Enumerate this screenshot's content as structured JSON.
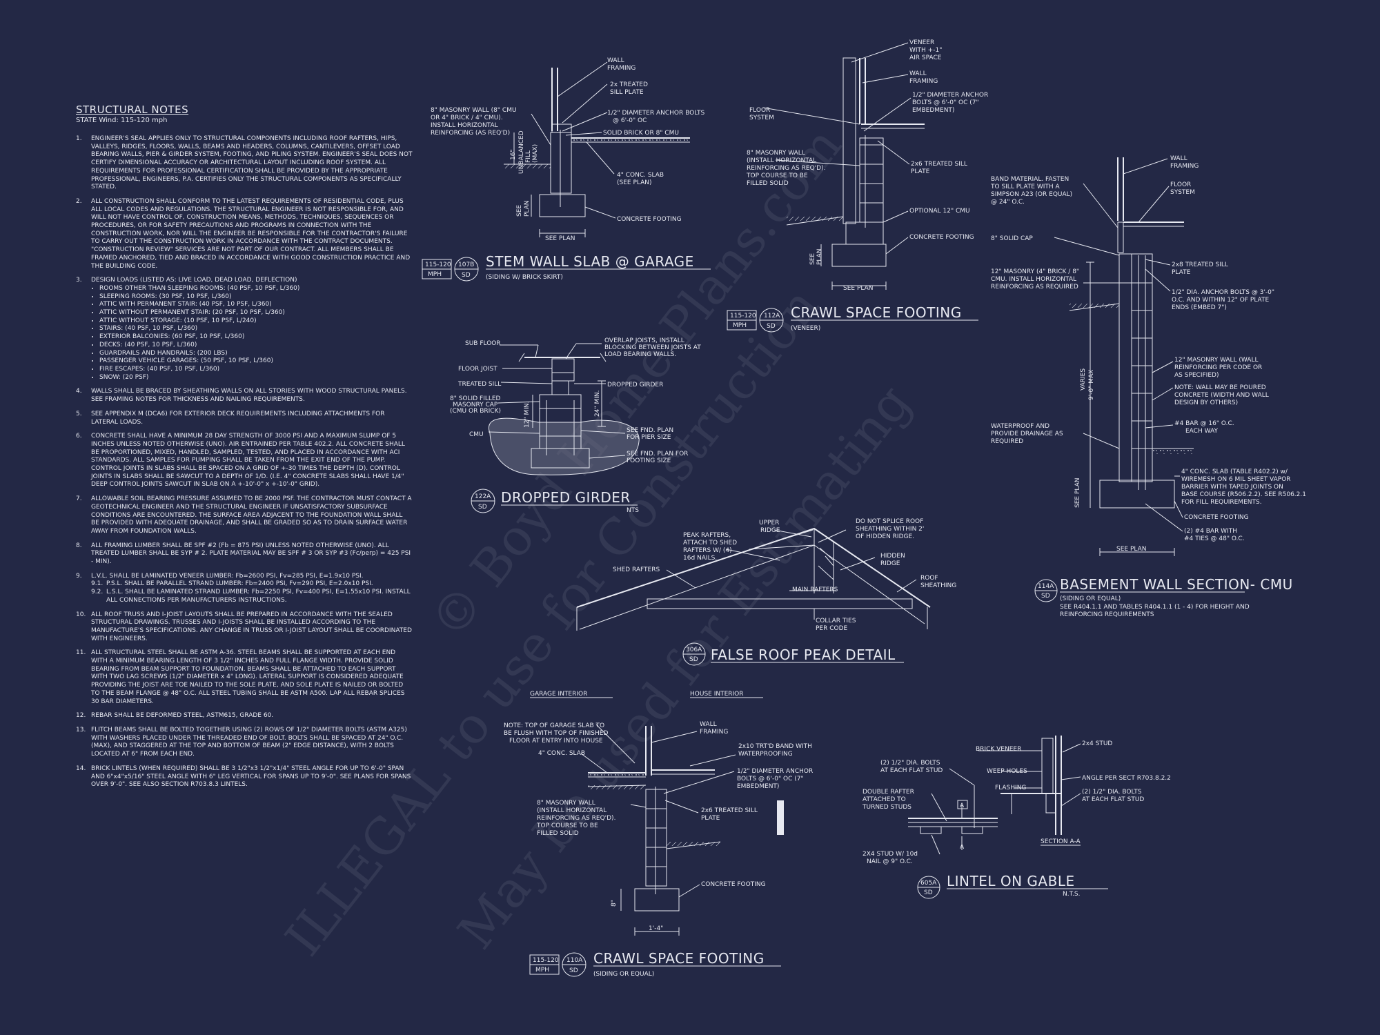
{
  "notes": {
    "title": "STRUCTURAL NOTES",
    "subtitle": "STATE Wind: 115-120 mph",
    "items": [
      {
        "num": "1.",
        "text": "ENGINEER'S SEAL APPLIES ONLY TO STRUCTURAL COMPONENTS INCLUDING ROOF RAFTERS, HIPS, VALLEYS, RIDGES, FLOORS, WALLS, BEAMS AND HEADERS, COLUMNS, CANTILEVERS, OFFSET LOAD BEARING WALLS, PIER & GIRDER SYSTEM, FOOTING, AND PILING SYSTEM. ENGINEER'S SEAL DOES NOT CERTIFY DIMENSIONAL ACCURACY OR ARCHITECTURAL LAYOUT INCLUDING ROOF SYSTEM. ALL REQUIREMENTS FOR PROFESSIONAL CERTIFICATION SHALL BE PROVIDED BY THE APPROPRIATE PROFESSIONAL, ENGINEERS, P.A. CERTIFIES ONLY THE STRUCTURAL COMPONENTS AS SPECIFICALLY STATED."
      },
      {
        "num": "2.",
        "text": "ALL CONSTRUCTION SHALL CONFORM TO THE LATEST REQUIREMENTS OF RESIDENTIAL CODE, PLUS ALL LOCAL CODES AND REGULATIONS. THE STRUCTURAL ENGINEER IS NOT RESPONSIBLE FOR, AND WILL NOT HAVE CONTROL OF, CONSTRUCTION MEANS, METHODS, TECHNIQUES, SEQUENCES OR PROCEDURES, OR FOR SAFETY PRECAUTIONS AND PROGRAMS IN CONNECTION WITH THE CONSTRUCTION WORK, NOR WILL THE ENGINEER BE RESPONSIBLE FOR THE CONTRACTOR'S FAILURE TO CARRY OUT THE CONSTRUCTION WORK IN ACCORDANCE WITH THE CONTRACT DOCUMENTS. \"CONSTRUCTION REVIEW\" SERVICES ARE NOT PART OF OUR CONTRACT. ALL MEMBERS SHALL BE FRAMED ANCHORED, TIED AND BRACED IN ACCORDANCE WITH GOOD CONSTRUCTION PRACTICE AND THE BUILDING CODE."
      },
      {
        "num": "3.",
        "text": "DESIGN LOADS (LISTED AS: LIVE LOAD, DEAD LOAD, DEFLECTION)",
        "bullets": [
          "ROOMS OTHER THAN SLEEPING ROOMS: (40 PSF, 10 PSF, L/360)",
          "SLEEPING ROOMS: (30 PSF, 10 PSF, L/360)",
          "ATTIC WITH PERMANENT STAIR: (40 PSF, 10 PSF, L/360)",
          "ATTIC WITHOUT PERMANENT STAIR: (20 PSF, 10 PSF, L/360)",
          "ATTIC WITHOUT STORAGE: (10 PSF, 10 PSF, L/240)",
          "STAIRS: (40 PSF, 10 PSF, L/360)",
          "EXTERIOR BALCONIES: (60 PSF, 10 PSF, L/360)",
          "DECKS: (40 PSF, 10 PSF, L/360)",
          "GUARDRAILS AND HANDRAILS: (200 LBS)",
          "PASSENGER VEHICLE GARAGES: (50 PSF, 10 PSF, L/360)",
          "FIRE ESCAPES: (40 PSF, 10 PSF, L/360)",
          "SNOW: (20 PSF)"
        ]
      },
      {
        "num": "4.",
        "text": "WALLS SHALL BE BRACED BY SHEATHING WALLS ON ALL STORIES WITH WOOD STRUCTURAL PANELS. SEE FRAMING NOTES FOR THICKNESS AND NAILING REQUIREMENTS."
      },
      {
        "num": "5.",
        "text": "SEE APPENDIX M (DCA6) FOR EXTERIOR DECK REQUIREMENTS INCLUDING ATTACHMENTS FOR LATERAL LOADS."
      },
      {
        "num": "6.",
        "text": "CONCRETE SHALL HAVE A MINIMUM 28 DAY STRENGTH OF 3000 PSI AND A MAXIMUM SLUMP OF 5 INCHES UNLESS NOTED OTHERWISE (UNO). AIR ENTRAINED PER TABLE 402.2. ALL CONCRETE SHALL BE PROPORTIONED, MIXED, HANDLED, SAMPLED, TESTED, AND PLACED IN ACCORDANCE WITH ACI STANDARDS. ALL SAMPLES FOR PUMPING SHALL BE TAKEN FROM THE EXIT END OF THE PUMP. CONTROL JOINTS IN SLABS SHALL BE SPACED ON A GRID OF +-30 TIMES THE DEPTH (D). CONTROL JOINTS IN SLABS SHALL BE SAWCUT TO A DEPTH OF 1/D. (I.E. 4\" CONCRETE SLABS SHALL HAVE 1/4\" DEEP CONTROL JOINTS SAWCUT IN SLAB ON A +-10'-0\" x +-10'-0\" GRID)."
      },
      {
        "num": "7.",
        "text": "ALLOWABLE SOIL BEARING PRESSURE ASSUMED TO BE 2000 PSF. THE CONTRACTOR MUST CONTACT A GEOTECHNICAL ENGINEER AND THE STRUCTURAL ENGINEER IF UNSATISFACTORY SUBSURFACE CONDITIONS ARE ENCOUNTERED. THE SURFACE AREA ADJACENT TO THE FOUNDATION WALL SHALL BE PROVIDED WITH ADEQUATE DRAINAGE, AND SHALL BE GRADED SO AS TO DRAIN SURFACE WATER AWAY FROM FOUNDATION WALLS."
      },
      {
        "num": "8.",
        "text": "ALL FRAMING LUMBER SHALL BE SPF #2 (Fb = 875 PSI) UNLESS NOTED OTHERWISE (UNO). ALL TREATED LUMBER SHALL BE SYP # 2. PLATE MATERIAL MAY BE SPF # 3 OR SYP #3 (Fc/perp) = 425 PSI - MIN)."
      },
      {
        "num": "9.",
        "text": "L.V.L. SHALL BE LAMINATED VENEER LUMBER: Fb=2600 PSI, Fv=285 PSI, E=1.9x10 PSI.",
        "subs": [
          {
            "num": "9.1.",
            "text": "P.S.L. SHALL BE PARALLEL STRAND LUMBER: Fb=2400 PSI, Fv=290 PSI, E=2.0x10 PSI."
          },
          {
            "num": "9.2.",
            "text": "L.S.L. SHALL BE LAMINATED STRAND LUMBER: Fb=2250 PSI, Fv=400 PSI, E=1.55x10 PSI. INSTALL ALL CONNECTIONS PER MANUFACTURERS INSTRUCTIONS."
          }
        ]
      },
      {
        "num": "10.",
        "text": "ALL ROOF TRUSS AND I-JOIST LAYOUTS SHALL BE PREPARED IN ACCORDANCE WITH THE SEALED STRUCTURAL DRAWINGS. TRUSSES AND I-JOISTS SHALL BE INSTALLED ACCORDING TO THE MANUFACTURE'S SPECIFICATIONS. ANY CHANGE IN TRUSS OR I-JOIST LAYOUT SHALL BE COORDINATED WITH ENGINEERS."
      },
      {
        "num": "11.",
        "text": "ALL STRUCTURAL STEEL SHALL BE ASTM A-36. STEEL BEAMS SHALL BE SUPPORTED AT EACH END WITH A MINIMUM BEARING LENGTH OF 3 1/2\" INCHES AND FULL FLANGE WIDTH. PROVIDE SOLID BEARING FROM BEAM SUPPORT TO FOUNDATION. BEAMS SHALL BE ATTACHED TO EACH SUPPORT WITH TWO LAG SCREWS (1/2\" DIAMETER x 4\" LONG). LATERAL SUPPORT IS CONSIDERED ADEQUATE PROVIDING THE JOIST ARE TOE NAILED TO THE SOLE PLATE, AND SOLE PLATE IS NAILED OR BOLTED TO THE BEAM FLANGE @ 48\" O.C. ALL STEEL TUBING SHALL BE ASTM A500. LAP ALL REBAR SPLICES 30 BAR DIAMETERS."
      },
      {
        "num": "12.",
        "text": "REBAR SHALL BE DEFORMED STEEL, ASTM615, GRADE 60."
      },
      {
        "num": "13.",
        "text": "FLITCH BEAMS SHALL BE BOLTED TOGETHER USING (2) ROWS OF 1/2\" DIAMETER BOLTS (ASTM A325) WITH WASHERS PLACED UNDER THE THREADED END OF BOLT. BOLTS SHALL BE SPACED AT 24\" O.C. (MAX), AND STAGGERED AT THE TOP AND BOTTOM OF BEAM (2\" EDGE DISTANCE), WITH 2 BOLTS LOCATED AT 6\" FROM EACH END."
      },
      {
        "num": "14.",
        "text": "BRICK LINTELS (WHEN REQUIRED) SHALL BE 3 1/2\"x3 1/2\"x1/4\" STEEL ANGLE FOR UP TO 6'-0\" SPAN AND 6\"x4\"x5/16\" STEEL ANGLE WITH 6\" LEG VERTICAL FOR SPANS UP TO 9'-0\". SEE PLANS FOR SPANS OVER 9'-0\". SEE ALSO SECTION R703.8.3 LINTELS."
      }
    ]
  },
  "details": {
    "stem_wall": {
      "title": "STEM WALL SLAB @ GARAGE",
      "subtitle": "(SIDING W/ BRICK SKIRT)",
      "wind": "115-120",
      "mph": "MPH",
      "tag": "107B",
      "sheet": "SD",
      "labels": [
        "WALL",
        "FRAMING",
        "2x TREATED",
        "SILL PLATE",
        "1/2\" DIAMETER ANCHOR BOLTS",
        "@ 6'-0\" OC",
        "SOLID BRICK OR 8\" CMU",
        "8\" MASONRY WALL (8\" CMU",
        "OR 4\" BRICK / 4\" CMU).",
        "INSTALL HORIZONTAL",
        "REINFORCING (AS REQ'D)",
        "4\" CONC. SLAB",
        "(SEE PLAN)",
        "CONCRETE FOOTING",
        "SEE PLAN",
        "SEE",
        "PLAN",
        "UNBALANCED",
        "FILL",
        "(MAX)",
        "16\""
      ]
    },
    "crawl_veneer": {
      "title": "CRAWL SPACE FOOTING",
      "subtitle": "(VENEER)",
      "wind": "115-120",
      "mph": "MPH",
      "tag": "112A",
      "sheet": "SD",
      "labels": [
        "VENEER",
        "WITH +-1\"",
        "AIR SPACE",
        "WALL",
        "FRAMING",
        "1/2\" DIAMETER ANCHOR",
        "BOLTS @ 6'-0\" OC (7\"",
        "EMBEDMENT)",
        "FLOOR",
        "SYSTEM",
        "8\" MASONRY WALL",
        "(INSTALL HORIZONTAL",
        "REINFORCING AS REQ'D).",
        "TOP COURSE TO BE",
        "FILLED SOLID",
        "2x6 TREATED SILL",
        "PLATE",
        "OPTIONAL 12\" CMU",
        "CONCRETE FOOTING",
        "SEE PLAN",
        "SEE",
        "PLAN"
      ]
    },
    "dropped_girder": {
      "title": "DROPPED GIRDER",
      "nts": "NTS",
      "tag": "122A",
      "sheet": "SD",
      "labels": [
        "SUB FLOOR",
        "OVERLAP JOISTS, INSTALL",
        "BLOCKING BETWEEN JOISTS AT",
        "LOAD BEARING WALLS.",
        "FLOOR JOIST",
        "TREATED SILL",
        "DROPPED GIRDER",
        "8\" SOLID FILLED",
        "MASONRY CAP",
        "(CMU OR BRICK)",
        "CMU",
        "SEE FND. PLAN",
        "FOR PIER SIZE",
        "SEE FND. PLAN FOR",
        "FOOTING SIZE",
        "12\" MIN.",
        "24\" MIN."
      ]
    },
    "basement_wall": {
      "title": "BASEMENT WALL SECTION- CMU",
      "subtitle": "(SIDING OR EQUAL)",
      "note": "SEE R404.1.1 AND TABLES R404.1.1 (1 - 4) FOR HEIGHT AND",
      "note2": "REINFORCING REQUIREMENTS",
      "tag": "114A",
      "sheet": "SD",
      "labels": [
        "WALL",
        "FRAMING",
        "FLOOR",
        "SYSTEM",
        "BAND MATERIAL. FASTEN",
        "TO SILL PLATE WITH A",
        "SIMPSON A23 (OR EQUAL)",
        "@ 24\" O.C.",
        "8\" SOLID CAP",
        "2x8 TREATED SILL",
        "PLATE",
        "12\" MASONRY (4\" BRICK / 8\"",
        "CMU. INSTALL HORIZONTAL",
        "REINFORCING AS REQUIRED",
        "1/2\" DIA. ANCHOR BOLTS @ 3'-0\"",
        "O.C. AND WITHIN 12\" OF PLATE",
        "ENDS (EMBED 7\")",
        "12\" MASONRY WALL (WALL",
        "REINFORCING PER CODE OR",
        "AS SPECIFIED)",
        "NOTE: WALL MAY BE POURED",
        "CONCRETE (WIDTH AND WALL",
        "DESIGN BY OTHERS)",
        "#4 BAR @ 16\" O.C.",
        "EACH WAY",
        "WATERPROOF AND",
        "PROVIDE DRAINAGE AS",
        "REQUIRED",
        "4\" CONC. SLAB (TABLE R402.2) w/",
        "WIREMESH ON 6 MIL SHEET VAPOR",
        "BARRIER WITH TAPED JOINTS ON",
        "BASE COURSE (R506.2.2). SEE R506.2.1",
        "FOR FILL REQUIREMENTS.",
        "CONCRETE FOOTING",
        "(2) #4 BAR WITH",
        "#4 TIES @ 48\" O.C.",
        "SEE PLAN",
        "SEE PLAN",
        "VARIES",
        "9'-0\" MAX"
      ]
    },
    "false_roof": {
      "title": "FALSE ROOF PEAK DETAIL",
      "tag": "306A",
      "sheet": "SD",
      "labels": [
        "UPPER",
        "RIDGE",
        "DO NOT SPLICE ROOF",
        "SHEATHING WITHIN 2'",
        "OF HIDDEN RIDGE.",
        "PEAK RAFTERS,",
        "ATTACH TO SHED",
        "RAFTERS W/ (4)",
        "16d NAILS.",
        "HIDDEN",
        "RIDGE",
        "SHED RAFTERS",
        "ROOF",
        "SHEATHING",
        "MAIN RAFTERS",
        "COLLAR TIES",
        "PER CODE"
      ]
    },
    "crawl_siding": {
      "title": "CRAWL SPACE FOOTING",
      "subtitle": "(SIDING OR EQUAL)",
      "wind": "115-120",
      "mph": "MPH",
      "tag": "110A",
      "sheet": "SD",
      "header_left": "GARAGE INTERIOR",
      "header_right": "HOUSE INTERIOR",
      "labels": [
        "NOTE: TOP OF GARAGE SLAB TO",
        "BE FLUSH WITH TOP OF FINISHED",
        "FLOOR AT ENTRY INTO HOUSE",
        "4\" CONC. SLAB",
        "WALL",
        "FRAMING",
        "2x10 TRT'D BAND WITH",
        "WATERPROOFING",
        "1/2\" DIAMETER ANCHOR",
        "BOLTS @ 6'-0\" OC (7\"",
        "EMBEDMENT)",
        "8\" MASONRY WALL",
        "(INSTALL HORIZONTAL",
        "REINFORCING AS REQ'D).",
        "TOP COURSE TO BE",
        "FILLED SOLID",
        "2x6 TREATED SILL",
        "PLATE",
        "CONCRETE FOOTING",
        "8\"",
        "1'-4\""
      ]
    },
    "lintel": {
      "title": "LINTEL ON GABLE",
      "nts": "N.T.S.",
      "tag": "605A",
      "sheet": "SD",
      "labels": [
        "BRICK VENEER",
        "2x4 STUD",
        "(2) 1/2\" DIA. BOLTS",
        "AT EACH FLAT STUD",
        "WEEP HOLES",
        "FLASHING",
        "ANGLE PER SECT R703.8.2.2",
        "DOUBLE RAFTER",
        "ATTACHED TO",
        "TURNED STUDS",
        "(2) 1/2\" DIA. BOLTS",
        "AT EACH FLAT STUD",
        "2X4 STUD W/ 10d",
        "NAIL @ 9\" O.C.",
        "SECTION A-A",
        "A",
        "A"
      ]
    }
  },
  "watermark": {
    "line1": "© Boyd Home Plans.com",
    "line2": "ILLEGAL to use for Construction",
    "line3": "May be used for Estimating"
  },
  "colors": {
    "background": "#232845",
    "ink": "#e7e9f1"
  }
}
